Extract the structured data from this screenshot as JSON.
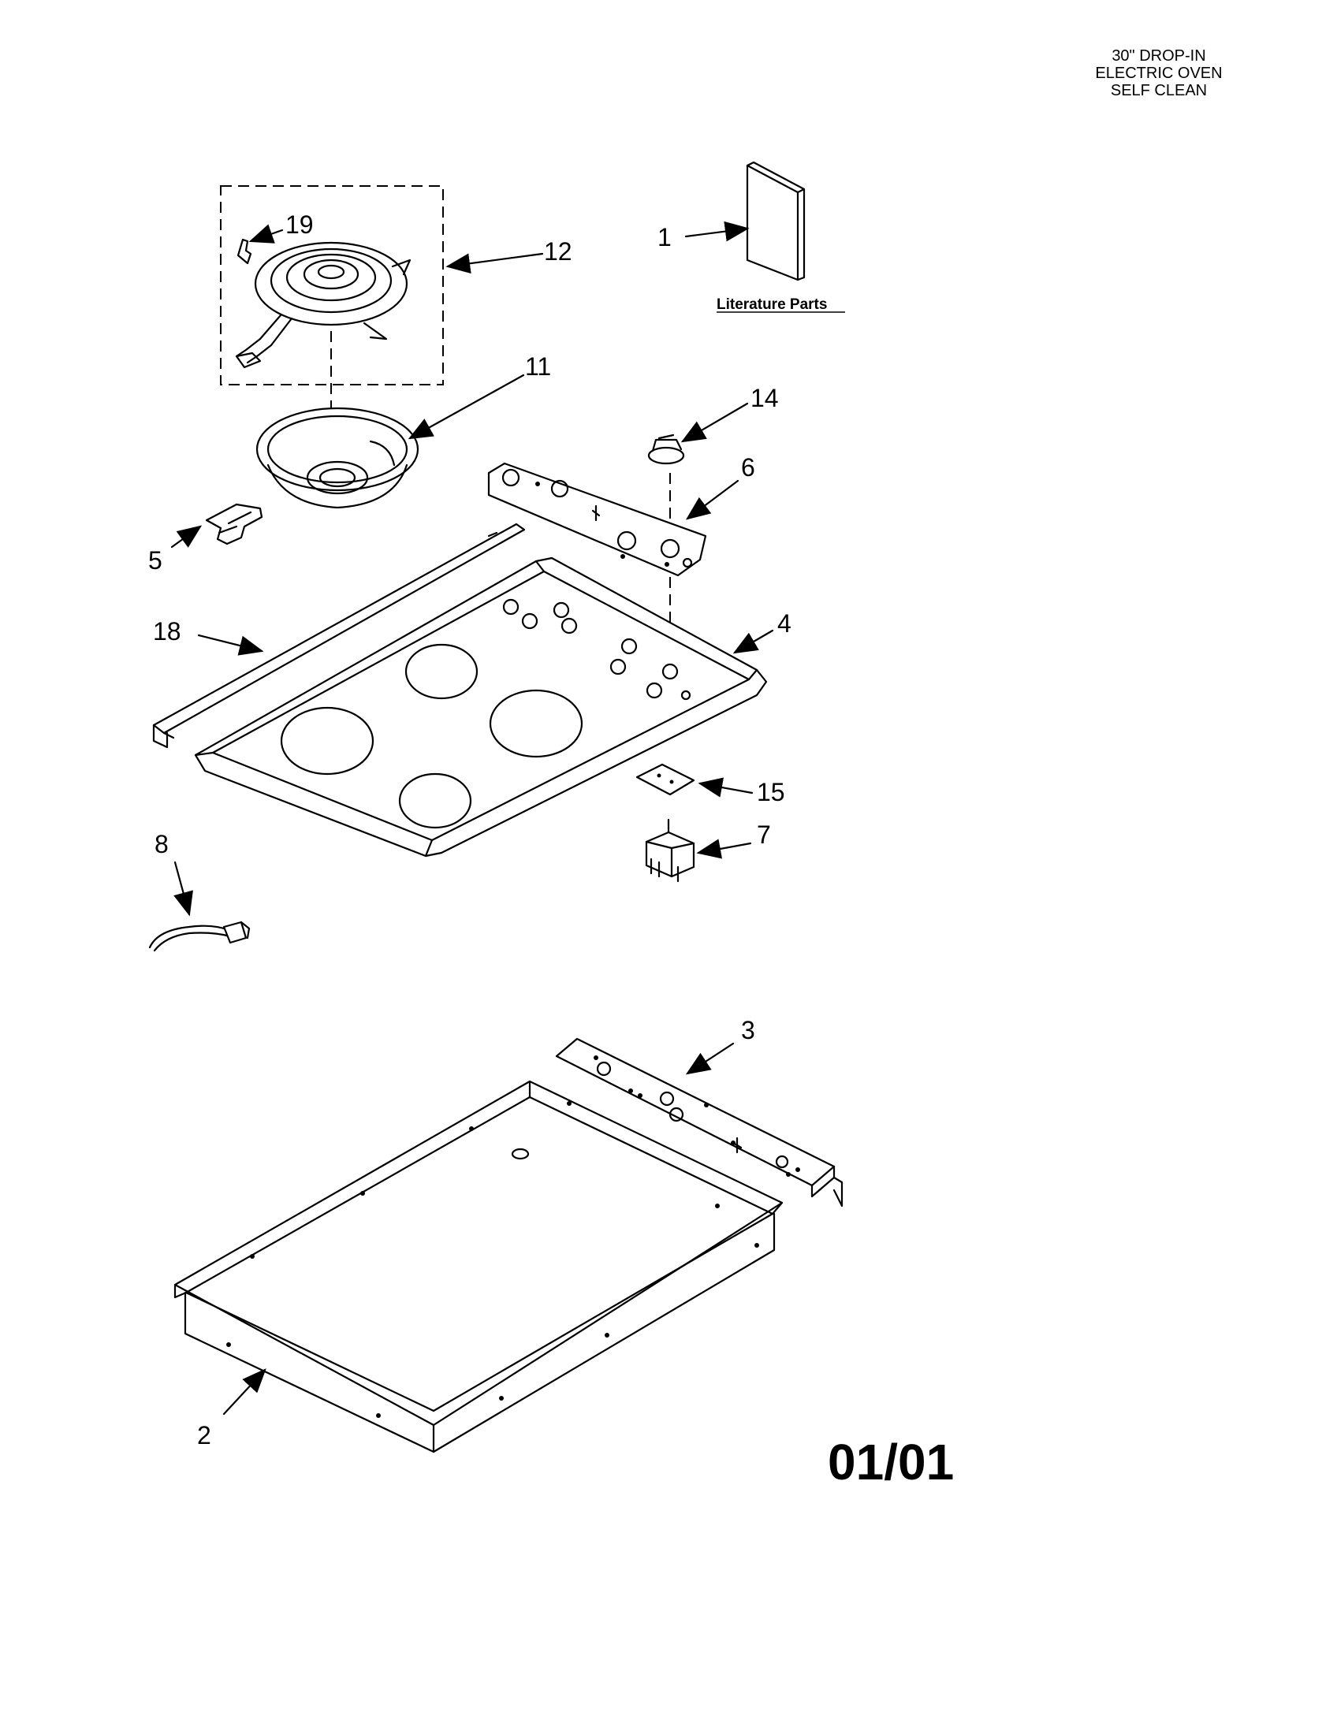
{
  "header": {
    "line1": "30\" DROP-IN",
    "line2": "ELECTRIC OVEN",
    "line3": "SELF CLEAN"
  },
  "literature_label": "Literature Parts",
  "callouts": {
    "c1": "1",
    "c2": "2",
    "c3": "3",
    "c4": "4",
    "c5": "5",
    "c6": "6",
    "c7": "7",
    "c8": "8",
    "c11": "11",
    "c12": "12",
    "c14": "14",
    "c15": "15",
    "c18": "18",
    "c19": "19"
  },
  "page_number": "01/01"
}
